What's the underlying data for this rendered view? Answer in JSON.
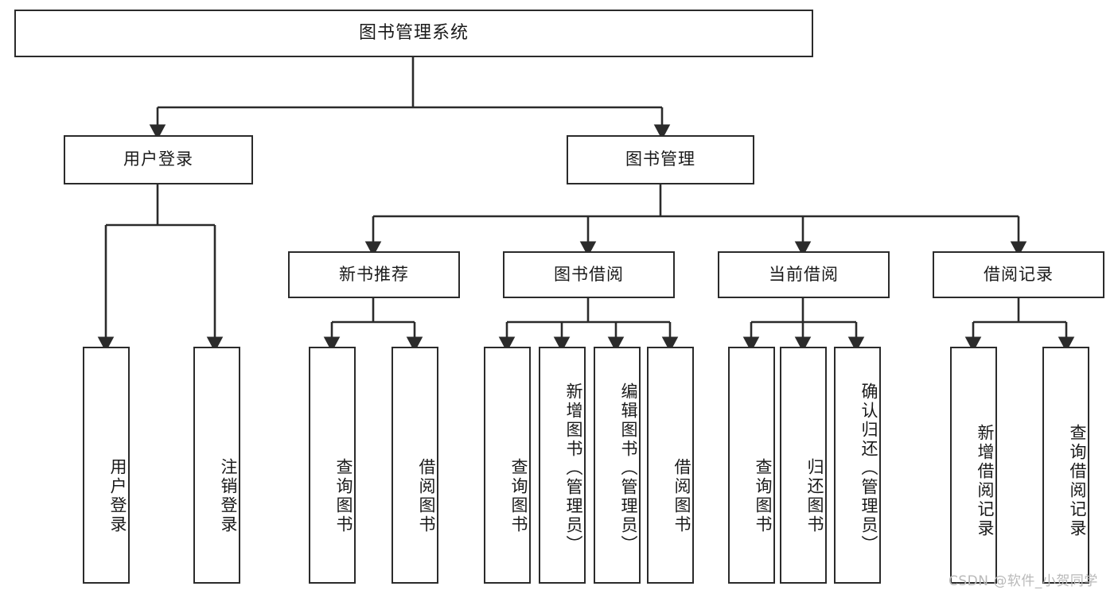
{
  "diagram": {
    "type": "tree-hierarchy",
    "title": "图书管理系统",
    "orientation": "top-down",
    "stroke_color": "#2b2b2b",
    "fill_color": "#ffffff",
    "text_color": "#1a1a1a"
  },
  "nodes": {
    "root": {
      "label": "图书管理系统",
      "level": 0
    },
    "level1": [
      {
        "id": "user-login",
        "label": "用户登录"
      },
      {
        "id": "book-manage",
        "label": "图书管理"
      }
    ],
    "level2": [
      {
        "id": "new-book-recommend",
        "label": "新书推荐",
        "parent": "book-manage"
      },
      {
        "id": "book-borrow",
        "label": "图书借阅",
        "parent": "book-manage"
      },
      {
        "id": "current-borrow",
        "label": "当前借阅",
        "parent": "book-manage"
      },
      {
        "id": "borrow-record",
        "label": "借阅记录",
        "parent": "book-manage"
      }
    ],
    "leaves": [
      {
        "id": "leaf-user-login",
        "label": "用户登录",
        "parent": "user-login"
      },
      {
        "id": "leaf-logout",
        "label": "注销登录",
        "parent": "user-login"
      },
      {
        "id": "leaf-query-book-1",
        "label": "查询图书",
        "parent": "new-book-recommend"
      },
      {
        "id": "leaf-borrow-book-1",
        "label": "借阅图书",
        "parent": "new-book-recommend"
      },
      {
        "id": "leaf-query-book-2",
        "label": "查询图书",
        "parent": "book-borrow"
      },
      {
        "id": "leaf-add-book",
        "label": "新增图书（管理员）",
        "parent": "book-borrow"
      },
      {
        "id": "leaf-edit-book",
        "label": "编辑图书（管理员）",
        "parent": "book-borrow"
      },
      {
        "id": "leaf-borrow-book-2",
        "label": "借阅图书",
        "parent": "book-borrow"
      },
      {
        "id": "leaf-query-book-3",
        "label": "查询图书",
        "parent": "current-borrow"
      },
      {
        "id": "leaf-return-book",
        "label": "归还图书",
        "parent": "current-borrow"
      },
      {
        "id": "leaf-confirm-return",
        "label": "确认归还（管理员）",
        "parent": "current-borrow"
      },
      {
        "id": "leaf-add-record",
        "label": "新增借阅记录",
        "parent": "borrow-record"
      },
      {
        "id": "leaf-query-record",
        "label": "查询借阅记录",
        "parent": "borrow-record"
      }
    ]
  },
  "watermark": {
    "text": "CSDN @软件_小贺同学"
  }
}
